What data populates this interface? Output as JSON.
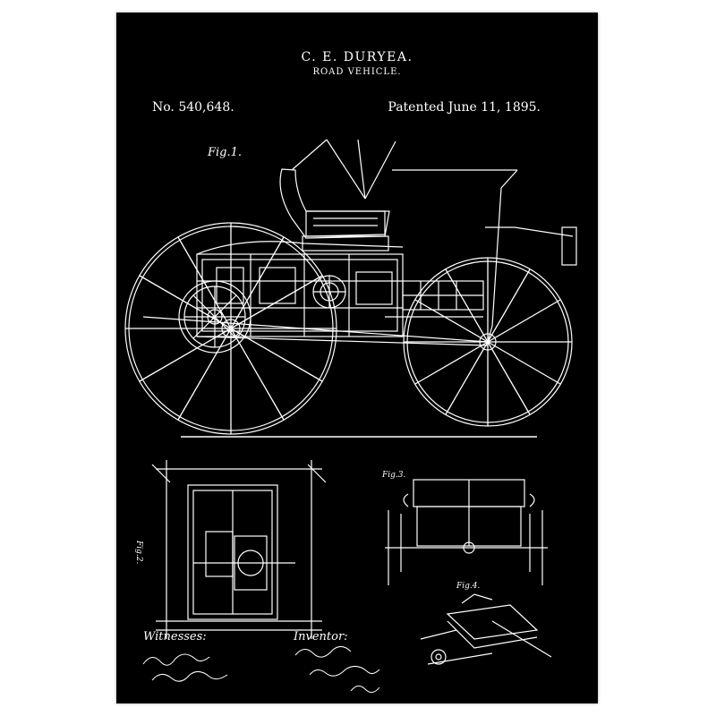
{
  "patent": {
    "inventor": "C. E. DURYEA.",
    "title": "ROAD VEHICLE.",
    "number": "No. 540,648.",
    "date": "Patented June 11, 1895."
  },
  "figures": {
    "fig1": "Fig.1.",
    "fig2": "Fig.2.",
    "fig3": "Fig.3.",
    "fig4": "Fig.4."
  },
  "footer": {
    "witnesses_label": "Witnesses:",
    "inventor_label": "Inventor:"
  },
  "colors": {
    "background": "#000000",
    "ink": "#ffffff",
    "page": "#ffffff"
  }
}
